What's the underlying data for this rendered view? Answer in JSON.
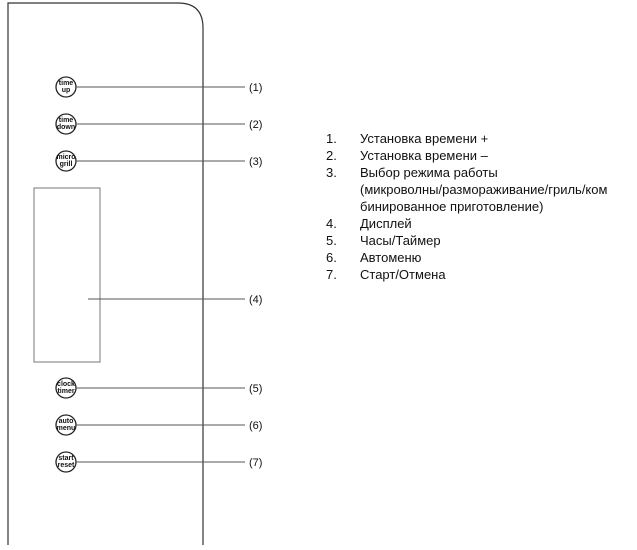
{
  "buttons": [
    {
      "id": "time-up",
      "line1": "time",
      "line2": "up",
      "callout": "(1)"
    },
    {
      "id": "time-down",
      "line1": "time",
      "line2": "down",
      "callout": "(2)"
    },
    {
      "id": "micro-grill",
      "line1": "micro",
      "line2": "grill",
      "callout": "(3)"
    },
    {
      "id": "clock-timer",
      "line1": "clock",
      "line2": "timer",
      "callout": "(5)"
    },
    {
      "id": "auto-menu",
      "line1": "auto",
      "line2": "menu",
      "callout": "(6)"
    },
    {
      "id": "start-reset",
      "line1": "start",
      "line2": "reset",
      "callout": "(7)"
    }
  ],
  "display": {
    "callout": "(4)"
  },
  "legend": [
    {
      "num": "1.",
      "text": "Установка времени +"
    },
    {
      "num": "2.",
      "text": "Установка времени –"
    },
    {
      "num": "3.",
      "text": "Выбор режима работы\n(микроволны/размораживание/гриль/ком\nбинированное приготовление)"
    },
    {
      "num": "4.",
      "text": "Дисплей"
    },
    {
      "num": "5.",
      "text": "Часы/Таймер"
    },
    {
      "num": "6.",
      "text": "Автоменю"
    },
    {
      "num": "7.",
      "text": "Старт/Отмена"
    }
  ]
}
